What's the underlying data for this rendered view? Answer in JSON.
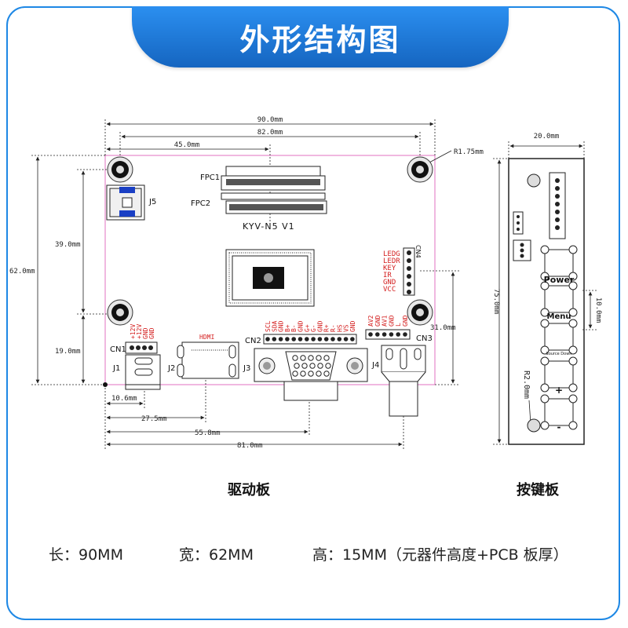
{
  "title": "外形结构图",
  "driver": {
    "caption": "驱动板",
    "model": "KYV-N5 V1",
    "dims": {
      "w90": "90.0mm",
      "w82": "82.0mm",
      "w45": "45.0mm",
      "radius": "R1.75mm",
      "h62": "62.0mm",
      "h39": "39.0mm",
      "h19": "19.0mm",
      "h31": "31.0mm",
      "b106": "10.6mm",
      "b275": "27.5mm",
      "b558": "55.8mm",
      "b81": "81.0mm"
    },
    "labels": {
      "fpc1": "FPC1",
      "fpc2": "FPC2",
      "j5": "J5",
      "cn4": "CN4",
      "cn1": "CN1",
      "j1": "J1",
      "j2": "J2",
      "hdmi": "HDMI",
      "cn2": "CN2",
      "j3": "J3",
      "j4": "J4",
      "cn3": "CN3"
    },
    "cn4_pins": [
      "LEDG",
      "LEDR",
      "KEY",
      "IR",
      "GND",
      "VCC"
    ],
    "cn1_pins": [
      "+12V",
      "+12V",
      "GND",
      "GND"
    ],
    "cn2_pins": [
      "SCL",
      "SDA",
      "GND",
      "B+",
      "B-",
      "GND",
      "G+",
      "G-",
      "GND",
      "R+",
      "R-",
      "HS",
      "VS",
      "GND"
    ],
    "cn3_pins": [
      "AV2",
      "GND",
      "AV1",
      "GND",
      "L",
      "GND"
    ]
  },
  "keyboard": {
    "caption": "按键板",
    "w20": "20.0mm",
    "h75": "75.0mm",
    "d10": "10.0mm",
    "r2": "R2.0mm",
    "power": "Power",
    "menu": "Menu",
    "source": "Source Down",
    "plus": "+",
    "minus": "-"
  },
  "specs": {
    "length": "长：90MM",
    "width": "宽：62MM",
    "height": "高：15MM（元器件高度+PCB 板厚）"
  }
}
